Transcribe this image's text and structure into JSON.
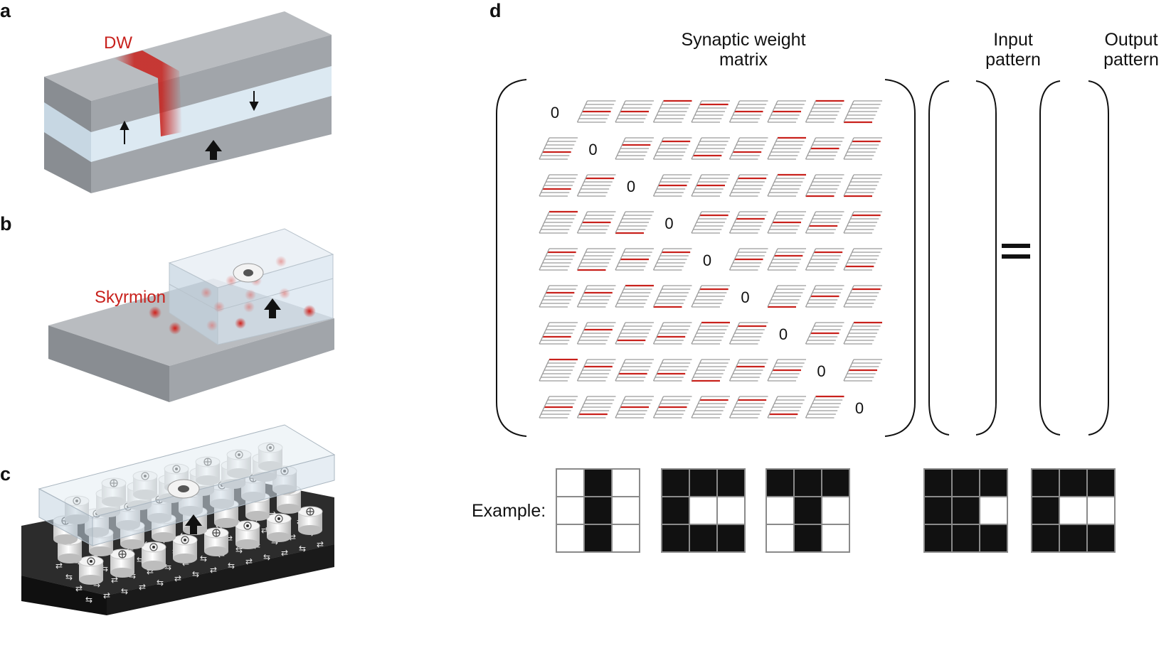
{
  "panels": {
    "a": {
      "letter": "a",
      "label": "DW"
    },
    "b": {
      "letter": "b",
      "label": "Skyrmion"
    },
    "c": {
      "letter": "c"
    },
    "d": {
      "letter": "d",
      "weight_header": [
        "Synaptic weight",
        "matrix"
      ],
      "input_header": [
        "Input",
        "pattern"
      ],
      "output_header": [
        "Output",
        "pattern"
      ],
      "diagonal_value": "0",
      "matrix_size": 9,
      "example_label": "Example:",
      "example_patterns": [
        {
          "role": "stored",
          "cells": [
            0,
            1,
            0,
            0,
            1,
            0,
            0,
            1,
            0
          ]
        },
        {
          "role": "stored",
          "cells": [
            1,
            1,
            1,
            1,
            0,
            0,
            1,
            1,
            1
          ]
        },
        {
          "role": "stored",
          "cells": [
            1,
            1,
            1,
            0,
            1,
            0,
            0,
            1,
            0
          ]
        },
        {
          "role": "input",
          "cells": [
            1,
            1,
            1,
            1,
            1,
            0,
            1,
            1,
            1
          ]
        },
        {
          "role": "output",
          "cells": [
            1,
            1,
            1,
            1,
            0,
            0,
            1,
            1,
            1
          ]
        }
      ]
    }
  },
  "colors": {
    "accent_red": "#c8211c",
    "slab_top": "#b9bcc0",
    "slab_front": "#9fa3a8",
    "slab_side": "#7f8388",
    "spacer": "#dce9f2",
    "glass": "#d6e3ee"
  }
}
